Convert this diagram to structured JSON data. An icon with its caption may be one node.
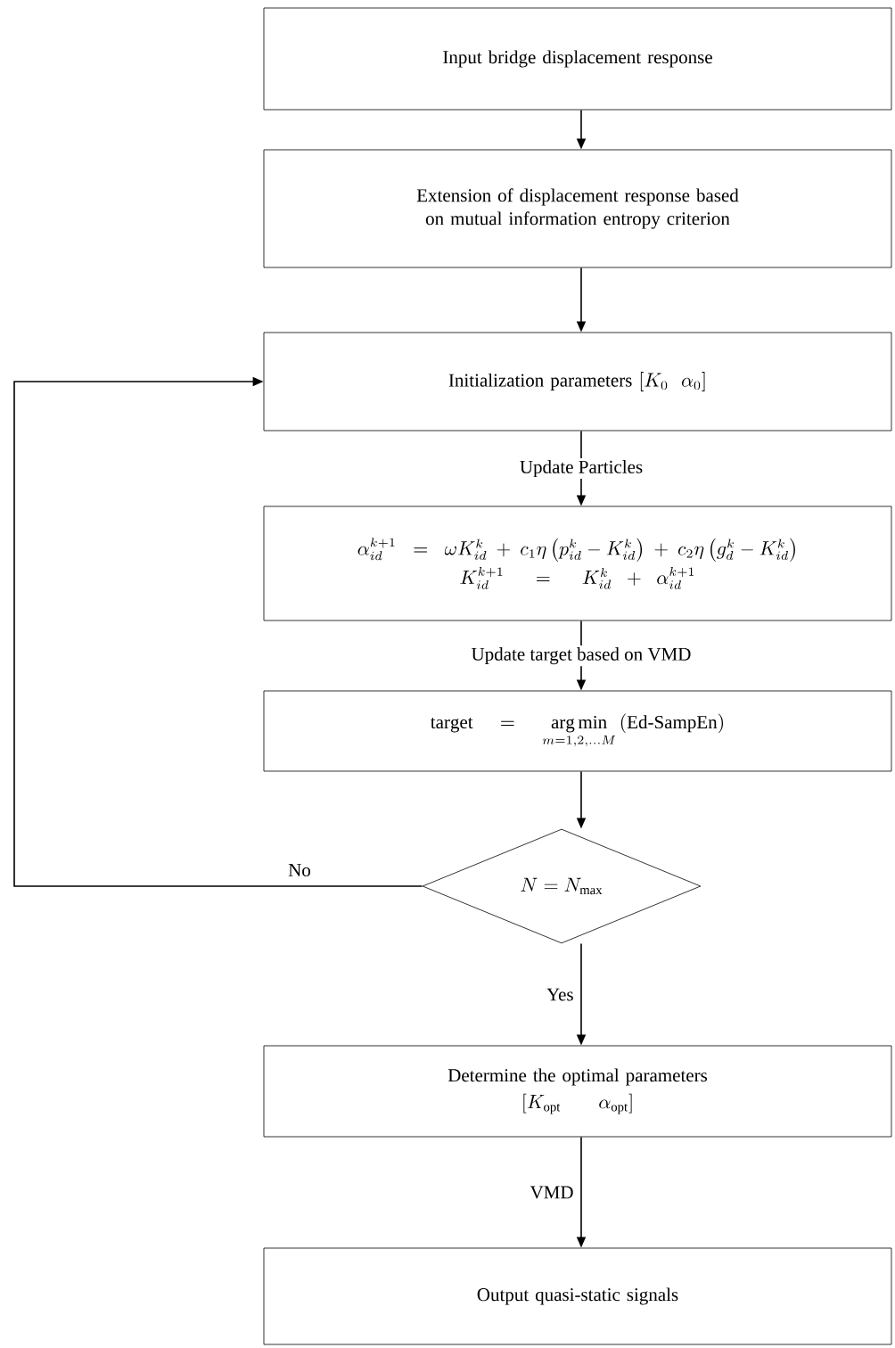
{
  "diagram": {
    "nodes": [
      {
        "text": [
          "Input bridge displacement response"
        ]
      },
      {
        "text": [
          "Extension of displacement response based on mutual information entropy criterion"
        ]
      },
      {
        "text": [
          "Initialization parameters",
          "[K_0\\ \\ \\alpha_0]"
        ]
      },
      {
        "text": [
          "\\alpha_{id}^{k+1}=\\omega K_{id}^{k}+c_1\\eta\\left(p_{id}^{k}-K_{id}^{k}\\right)+c_2\\eta\\left(g_{d}^{k}-K_{id}^{k}\\right)",
          "K_{id}^{k+1}=K_{id}^{k}+\\alpha_{id}^{k+1}"
        ]
      },
      {
        "text": [
          "\\mathrm{target}=\\mathop{\\mathrm{arg\\,min}}\\limits_{m=1,2,\\ldots M}\\left(\\mathrm{Ed\\text{-}SampEn}\\right)"
        ]
      },
      {
        "text": [
          "N=N_{\\max}"
        ]
      },
      {
        "text": [
          "Determine the optimal parameters",
          "[K_{\\mathrm{opt}}\\qquad \\alpha_{\\mathrm{opt}}]"
        ]
      },
      {
        "text": [
          "Output quasi-static signals"
        ]
      }
    ],
    "edges": [
      {
        "from": 0,
        "to": 1,
        "arrow": "to"
      },
      {
        "from": 1,
        "to": 2,
        "arrow": "to"
      },
      {
        "from": 2,
        "to": 3,
        "arrow": "to",
        "label": "Update Particles"
      },
      {
        "from": 3,
        "to": 4,
        "arrow": "to",
        "label": "Update target based on VMD"
      },
      {
        "from": 4,
        "to": 5,
        "arrow": "to"
      },
      {
        "from": 5,
        "to": 2,
        "arrow": "to",
        "label": "No"
      },
      {
        "from": 5,
        "to": 6,
        "arrow": "to",
        "label": "Yes"
      },
      {
        "from": 6,
        "to": 7,
        "arrow": "to",
        "label": "VMD"
      }
    ]
  }
}
